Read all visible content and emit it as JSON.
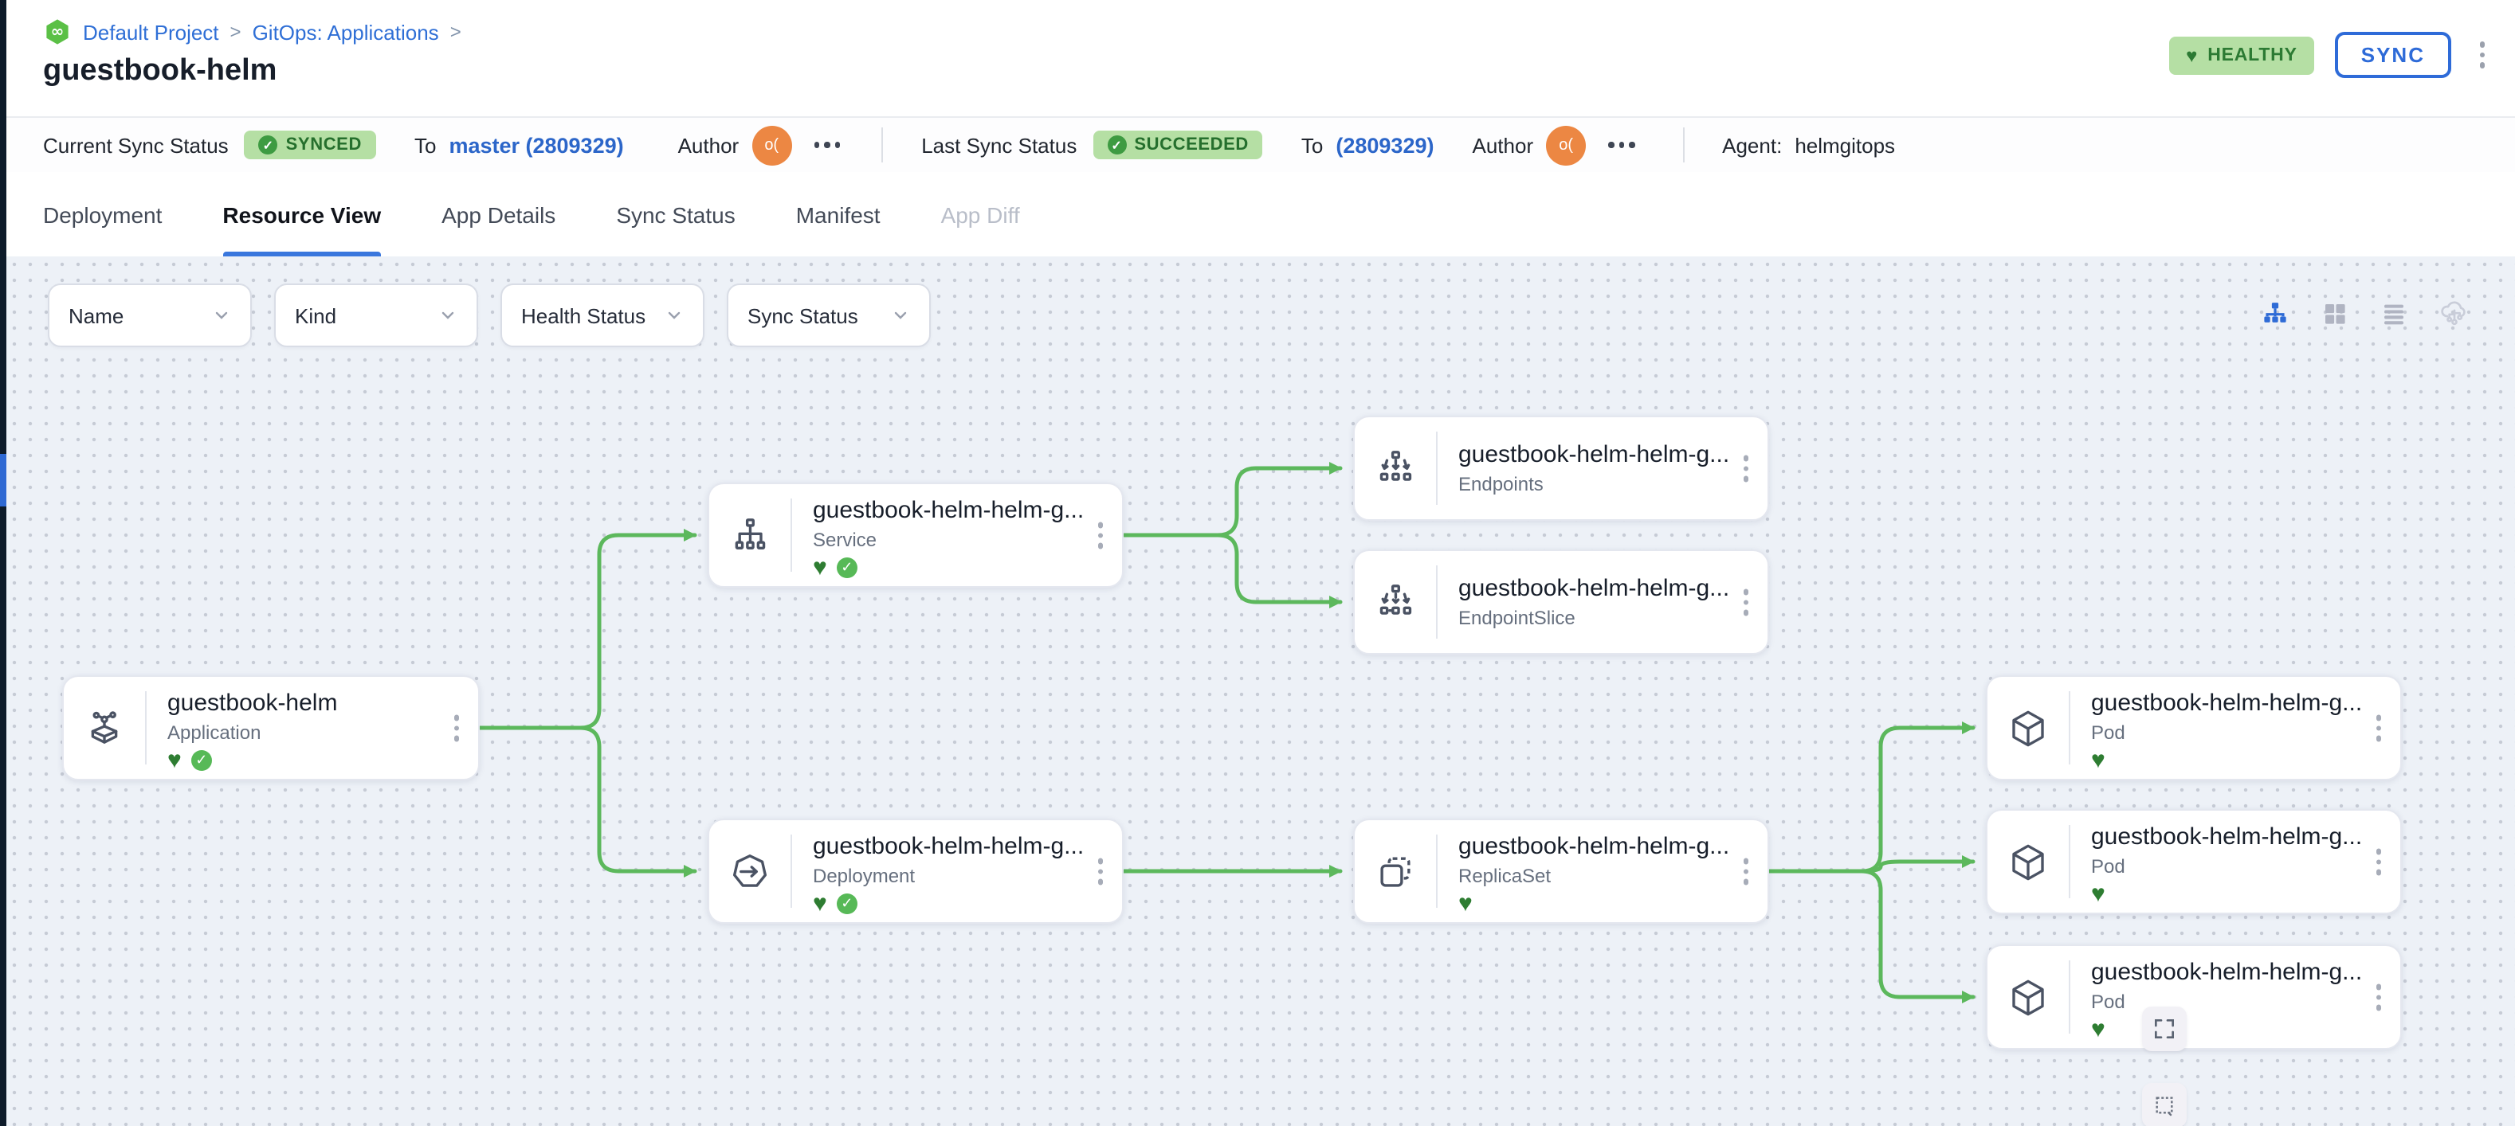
{
  "header": {
    "breadcrumb": {
      "items": [
        "Default Project",
        "GitOps: Applications"
      ],
      "separator": ">",
      "logo_symbol": "∞"
    },
    "title": "guestbook-helm",
    "health_badge": "HEALTHY",
    "sync_button": "SYNC"
  },
  "status_bar": {
    "current_sync": {
      "label": "Current Sync Status",
      "badge": "SYNCED",
      "to_label": "To",
      "revision": "master (2809329)",
      "author_label": "Author",
      "avatar_initials": "o("
    },
    "last_sync": {
      "label": "Last Sync Status",
      "badge": "SUCCEEDED",
      "to_label": "To",
      "revision": "(2809329)",
      "author_label": "Author",
      "avatar_initials": "o("
    },
    "agent": {
      "label": "Agent:",
      "value": "helmgitops"
    }
  },
  "tabs": [
    {
      "label": "Deployment",
      "state": "default"
    },
    {
      "label": "Resource View",
      "state": "active"
    },
    {
      "label": "App Details",
      "state": "default"
    },
    {
      "label": "Sync Status",
      "state": "default"
    },
    {
      "label": "Manifest",
      "state": "default"
    },
    {
      "label": "App Diff",
      "state": "disabled"
    }
  ],
  "filters": [
    {
      "label": "Name"
    },
    {
      "label": "Kind"
    },
    {
      "label": "Health Status"
    },
    {
      "label": "Sync Status"
    }
  ],
  "view_toggles": [
    {
      "icon": "tree-view-icon",
      "active": true
    },
    {
      "icon": "grid-view-icon",
      "active": false
    },
    {
      "icon": "list-view-icon",
      "active": false
    },
    {
      "icon": "cluster-view-icon",
      "active": false
    }
  ],
  "nodes": [
    {
      "title": "guestbook-helm",
      "kind": "Application",
      "statuses": [
        "healthy",
        "synced"
      ]
    },
    {
      "title": "guestbook-helm-helm-g...",
      "kind": "Service",
      "statuses": [
        "healthy",
        "synced"
      ]
    },
    {
      "title": "guestbook-helm-helm-g...",
      "kind": "Endpoints",
      "statuses": []
    },
    {
      "title": "guestbook-helm-helm-g...",
      "kind": "EndpointSlice",
      "statuses": []
    },
    {
      "title": "guestbook-helm-helm-g...",
      "kind": "Deployment",
      "statuses": [
        "healthy",
        "synced"
      ]
    },
    {
      "title": "guestbook-helm-helm-g...",
      "kind": "ReplicaSet",
      "statuses": [
        "healthy"
      ]
    },
    {
      "title": "guestbook-helm-helm-g...",
      "kind": "Pod",
      "statuses": [
        "healthy"
      ]
    },
    {
      "title": "guestbook-helm-helm-g...",
      "kind": "Pod",
      "statuses": [
        "healthy"
      ]
    },
    {
      "title": "guestbook-helm-helm-g...",
      "kind": "Pod",
      "statuses": [
        "healthy"
      ]
    }
  ],
  "icons": [
    "codefresh-logo-icon",
    "heart-icon",
    "check-circle-icon",
    "more-options-icon",
    "chevron-down-icon",
    "tree-view-icon",
    "grid-view-icon",
    "list-view-icon",
    "cluster-view-icon",
    "application-icon",
    "service-icon",
    "endpoints-icon",
    "endpointslice-icon",
    "deployment-icon",
    "replicaset-icon",
    "pod-icon",
    "fullscreen-icon",
    "fit-selection-icon"
  ],
  "colors": {
    "accent_blue": "#2e6bd8",
    "link_blue": "#2f6fd6",
    "badge_green_bg": "#b5dfa4",
    "badge_green_text": "#2c7a33",
    "heart_green": "#2e7d32",
    "check_green": "#57b957",
    "edge_green": "#5cb85c",
    "avatar_orange": "#ec8743",
    "canvas_bg": "#edf1f7",
    "sidebar_dark": "#0d1b2a"
  }
}
